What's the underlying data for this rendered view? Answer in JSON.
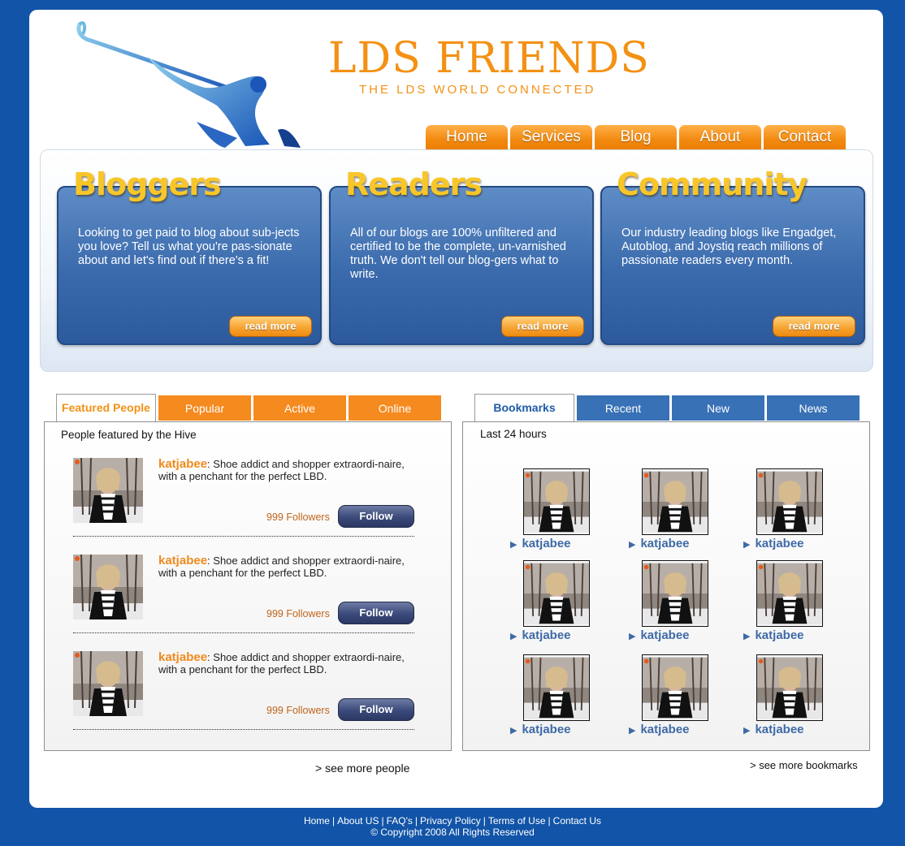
{
  "header": {
    "brand_title": "LDS FRIENDS",
    "brand_subtitle": "THE LDS WORLD CONNECTED"
  },
  "nav": [
    "Home",
    "Services",
    "Blog",
    "About",
    "Contact"
  ],
  "features": [
    {
      "title": "Bloggers",
      "text": "Looking to get paid to blog about sub-jects you love? Tell us what you're pas-sionate about and let's find out if there's a fit!",
      "button": "read more"
    },
    {
      "title": "Readers",
      "text": "All of our blogs are 100% unfiltered and certified to be the complete, un-varnished truth. We don't tell our blog-gers what to write.",
      "button": "read more"
    },
    {
      "title": "Community",
      "text": "Our industry leading blogs like Engadget, Autoblog, and Joystiq reach millions of passionate readers every month.",
      "button": "read more"
    }
  ],
  "people": {
    "tabs": [
      "Featured People",
      "Popular",
      "Active",
      "Online"
    ],
    "label": "People featured by the Hive",
    "items": [
      {
        "name": "katjabee",
        "desc": ": Shoe addict and shopper extraordi-naire, with a penchant for the perfect LBD.",
        "followers": "999 Followers",
        "button": "Follow"
      },
      {
        "name": "katjabee",
        "desc": ": Shoe addict and shopper extraordi-naire, with a penchant for the perfect LBD.",
        "followers": "999 Followers",
        "button": "Follow"
      },
      {
        "name": "katjabee",
        "desc": ": Shoe addict and shopper extraordi-naire, with a penchant for the perfect LBD.",
        "followers": "999 Followers",
        "button": "Follow"
      }
    ],
    "see_more": "> see more people"
  },
  "bookmarks": {
    "tabs": [
      "Bookmarks",
      "Recent",
      "New",
      "News"
    ],
    "label": "Last 24 hours",
    "items": [
      "katjabee",
      "katjabee",
      "katjabee",
      "katjabee",
      "katjabee",
      "katjabee",
      "katjabee",
      "katjabee",
      "katjabee"
    ],
    "see_more": "> see more bookmarks"
  },
  "footer": {
    "links": [
      "Home",
      "About US",
      "FAQ's",
      "Privacy Policy",
      "Terms of Use",
      "Contact Us"
    ],
    "copyright": "© Copyright 2008  All Rights Reserved"
  },
  "colors": {
    "background": "#1254a8",
    "accent_orange": "#f39114",
    "card_blue": "#3a6aac",
    "heading_yellow": "#f8c628"
  }
}
